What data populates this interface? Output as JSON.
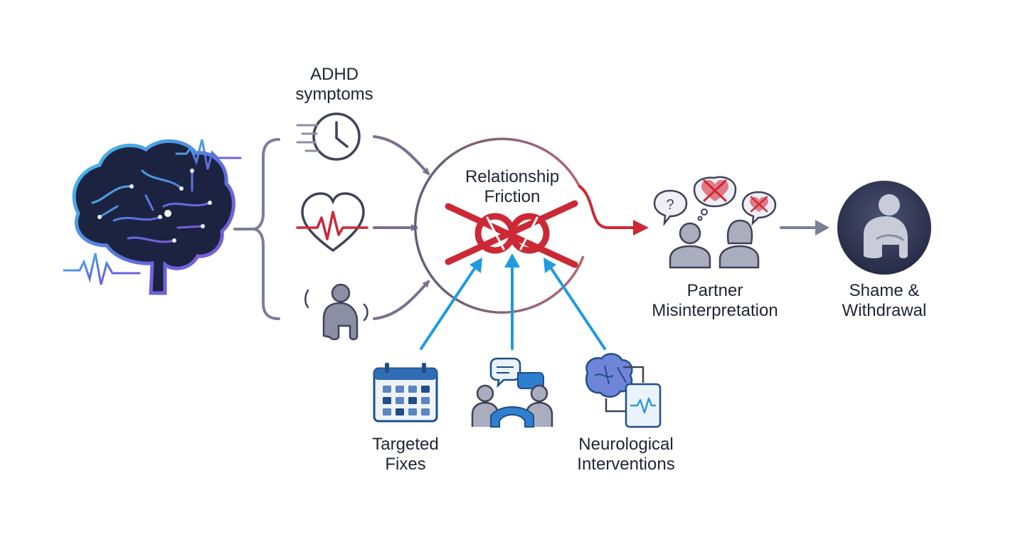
{
  "labels": {
    "symptoms_line1": "ADHD",
    "symptoms_line2": "symptoms",
    "friction_line1": "Relationship",
    "friction_line2": "Friction",
    "partner_line1": "Partner",
    "partner_line2": "Misinterpretation",
    "shame_line1": "Shame &",
    "shame_line2": "Withdrawal",
    "fixes_line1": "Targeted",
    "fixes_line2": "Fixes",
    "neuro_line1": "Neurological",
    "neuro_line2": "Interventions"
  },
  "icons": {
    "brain": "brain-circuit-icon",
    "clock": "clock-speed-icon",
    "heart": "heartbeat-icon",
    "anxious": "anxious-person-icon",
    "knot": "knot-icon",
    "couple": "couple-speech-icon",
    "withdrawn": "withdrawn-person-icon",
    "calendar": "calendar-icon",
    "bridge": "bridge-people-icon",
    "neuro": "brain-tablet-icon"
  },
  "colors": {
    "text": "#1f2433",
    "gray_icon": "#8a8fa3",
    "gray_outline": "#3f4358",
    "red": "#cc2936",
    "blue_arrow": "#1f9be0",
    "brain_purple": "#6c4fd6",
    "brain_cyan": "#3fc7e8",
    "dark_circle": "#2e3450"
  }
}
